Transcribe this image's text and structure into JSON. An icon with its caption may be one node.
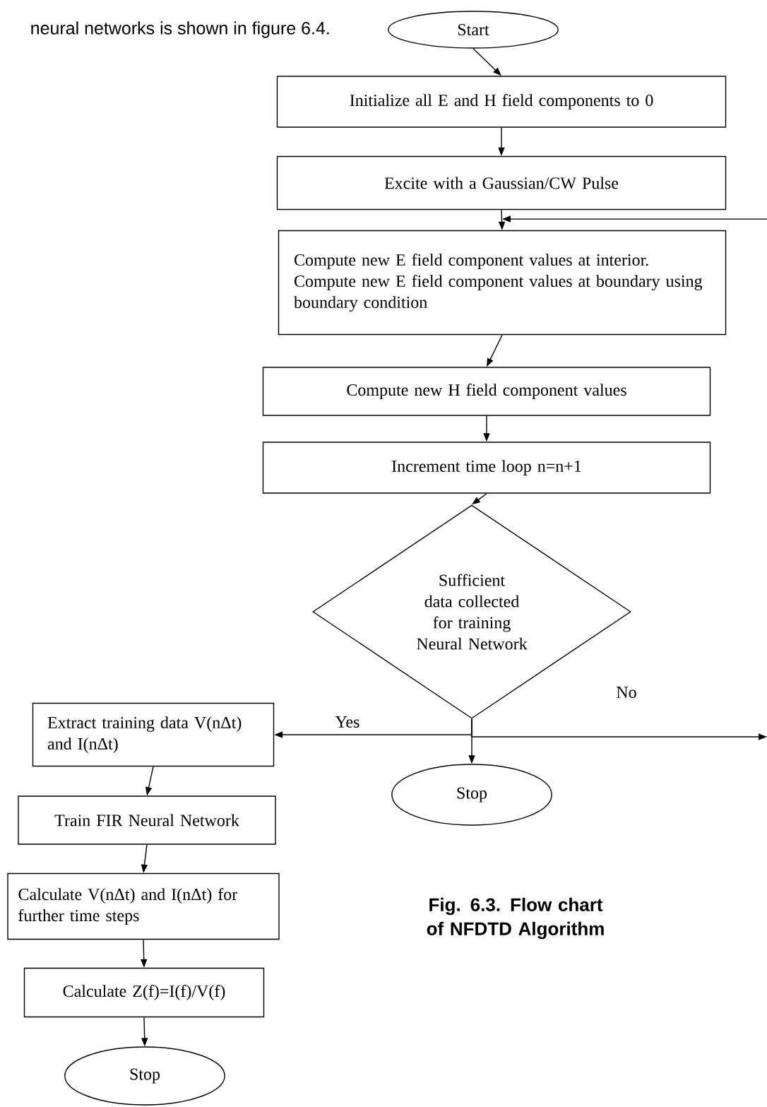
{
  "diagram": {
    "caption": "Fig. 6.3. Flow chart of NFDTD Algorithm",
    "nodes": [
      {
        "text": [
          "Start"
        ]
      },
      {
        "text": [
          "Initialize all E and H field components to 0"
        ]
      },
      {
        "text": [
          "Excite with a Gaussian/CW Pulse"
        ]
      },
      {
        "text": [
          "Compute new E field component values at interior. Compute new E field component values at boundary using boundary condition"
        ]
      },
      {
        "text": [
          "Compute new H field component values"
        ]
      },
      {
        "text": [
          "Increment time loop n=n+1"
        ]
      },
      {
        "text": [
          "Sufficient data collected for training Neural Network"
        ]
      },
      {
        "text": [
          "Extract training data V(nΔt) and I(nΔt)"
        ]
      },
      {
        "text": [
          "Stop"
        ]
      },
      {
        "text": [
          "Train FIR Neural Network"
        ]
      },
      {
        "text": [
          "Calculate V(nΔt) and I(nΔt) for further time steps"
        ]
      },
      {
        "text": [
          "Calculate Z(f)=I(f)/V(f)"
        ]
      },
      {
        "text": [
          "Stop"
        ]
      }
    ],
    "edges": [
      {
        "from": 0,
        "to": 1,
        "arrow": "to"
      },
      {
        "from": 1,
        "to": 2,
        "arrow": "to"
      },
      {
        "from": 2,
        "to": 3,
        "arrow": "to"
      },
      {
        "from": 3,
        "to": 4,
        "arrow": "to"
      },
      {
        "from": 4,
        "to": 5,
        "arrow": "to"
      },
      {
        "from": 5,
        "to": 6,
        "arrow": "to"
      },
      {
        "from": 6,
        "to": 7,
        "arrow": "to",
        "label": "Yes"
      },
      {
        "from": 6,
        "to": 8,
        "arrow": "to"
      },
      {
        "from": 6,
        "to": null,
        "arrow": "to",
        "label": "No"
      },
      {
        "from": null,
        "to": 3,
        "arrow": "to"
      },
      {
        "from": 7,
        "to": 9,
        "arrow": "to"
      },
      {
        "from": 9,
        "to": 10,
        "arrow": "to"
      },
      {
        "from": 10,
        "to": 11,
        "arrow": "to"
      },
      {
        "from": 11,
        "to": 12,
        "arrow": "to"
      }
    ],
    "labels": [
      "neural networks is shown in figure 6.4."
    ]
  }
}
